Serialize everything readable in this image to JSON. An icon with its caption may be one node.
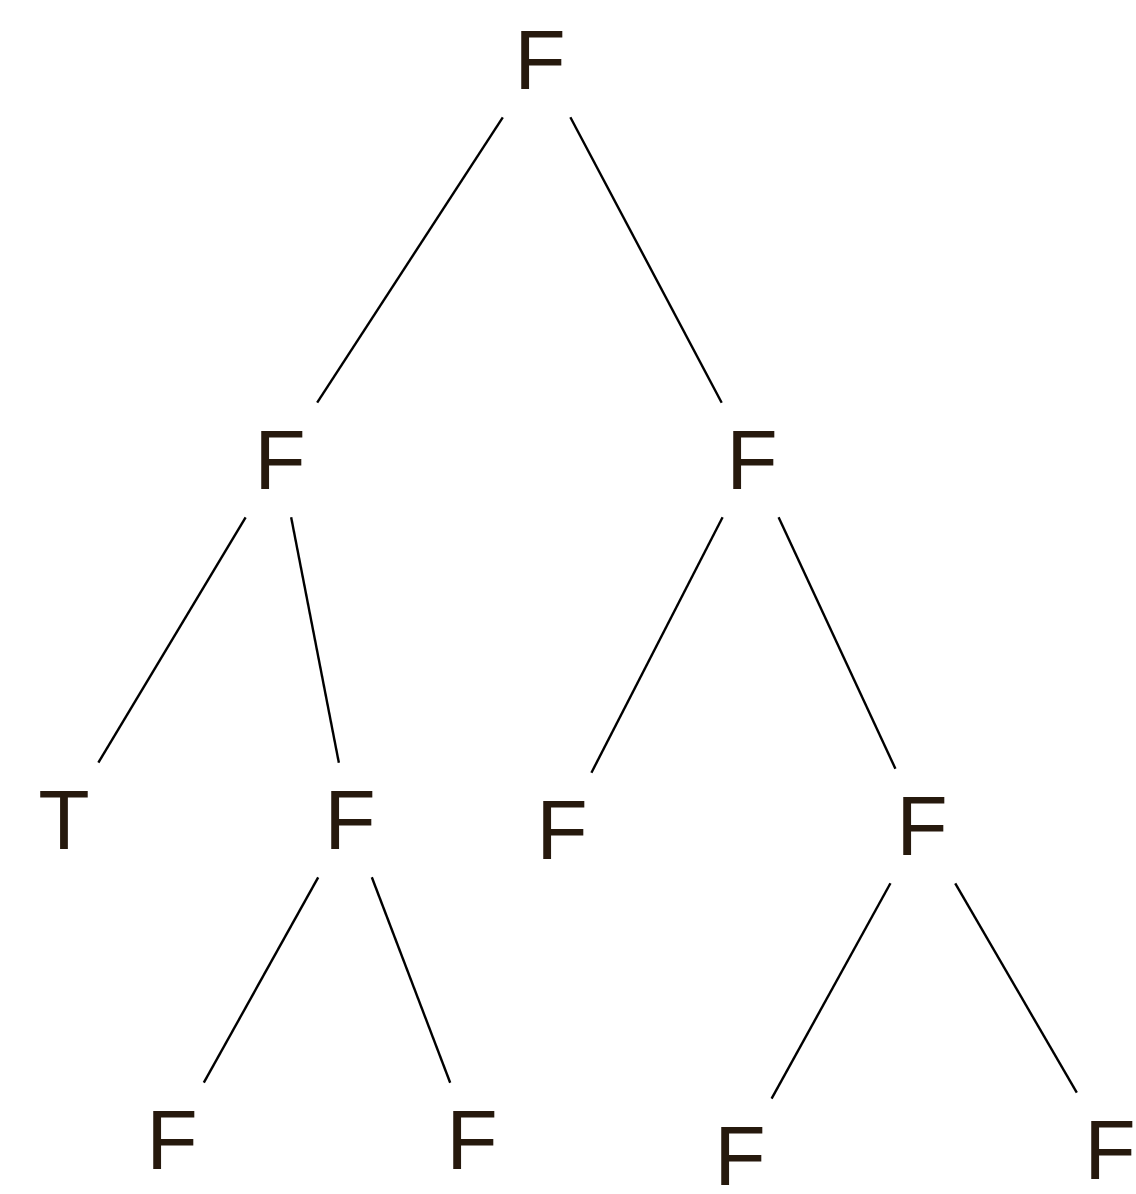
{
  "diagram": {
    "nodes": [
      {
        "text": [
          "F"
        ]
      },
      {
        "text": [
          "F"
        ]
      },
      {
        "text": [
          "F"
        ]
      },
      {
        "text": [
          "T"
        ]
      },
      {
        "text": [
          "F"
        ]
      },
      {
        "text": [
          "F"
        ]
      },
      {
        "text": [
          "F"
        ]
      },
      {
        "text": [
          "F"
        ]
      },
      {
        "text": [
          "F"
        ]
      },
      {
        "text": [
          "F"
        ]
      },
      {
        "text": [
          "F"
        ]
      }
    ],
    "edges": [
      {
        "from": 0,
        "to": 1,
        "arrow": "none"
      },
      {
        "from": 0,
        "to": 2,
        "arrow": "none"
      },
      {
        "from": 1,
        "to": 3,
        "arrow": "none"
      },
      {
        "from": 1,
        "to": 4,
        "arrow": "none"
      },
      {
        "from": 2,
        "to": 5,
        "arrow": "none"
      },
      {
        "from": 2,
        "to": 6,
        "arrow": "none"
      },
      {
        "from": 4,
        "to": 7,
        "arrow": "none"
      },
      {
        "from": 4,
        "to": 8,
        "arrow": "none"
      },
      {
        "from": 6,
        "to": 9,
        "arrow": "none"
      },
      {
        "from": 6,
        "to": 10,
        "arrow": "none"
      }
    ]
  }
}
